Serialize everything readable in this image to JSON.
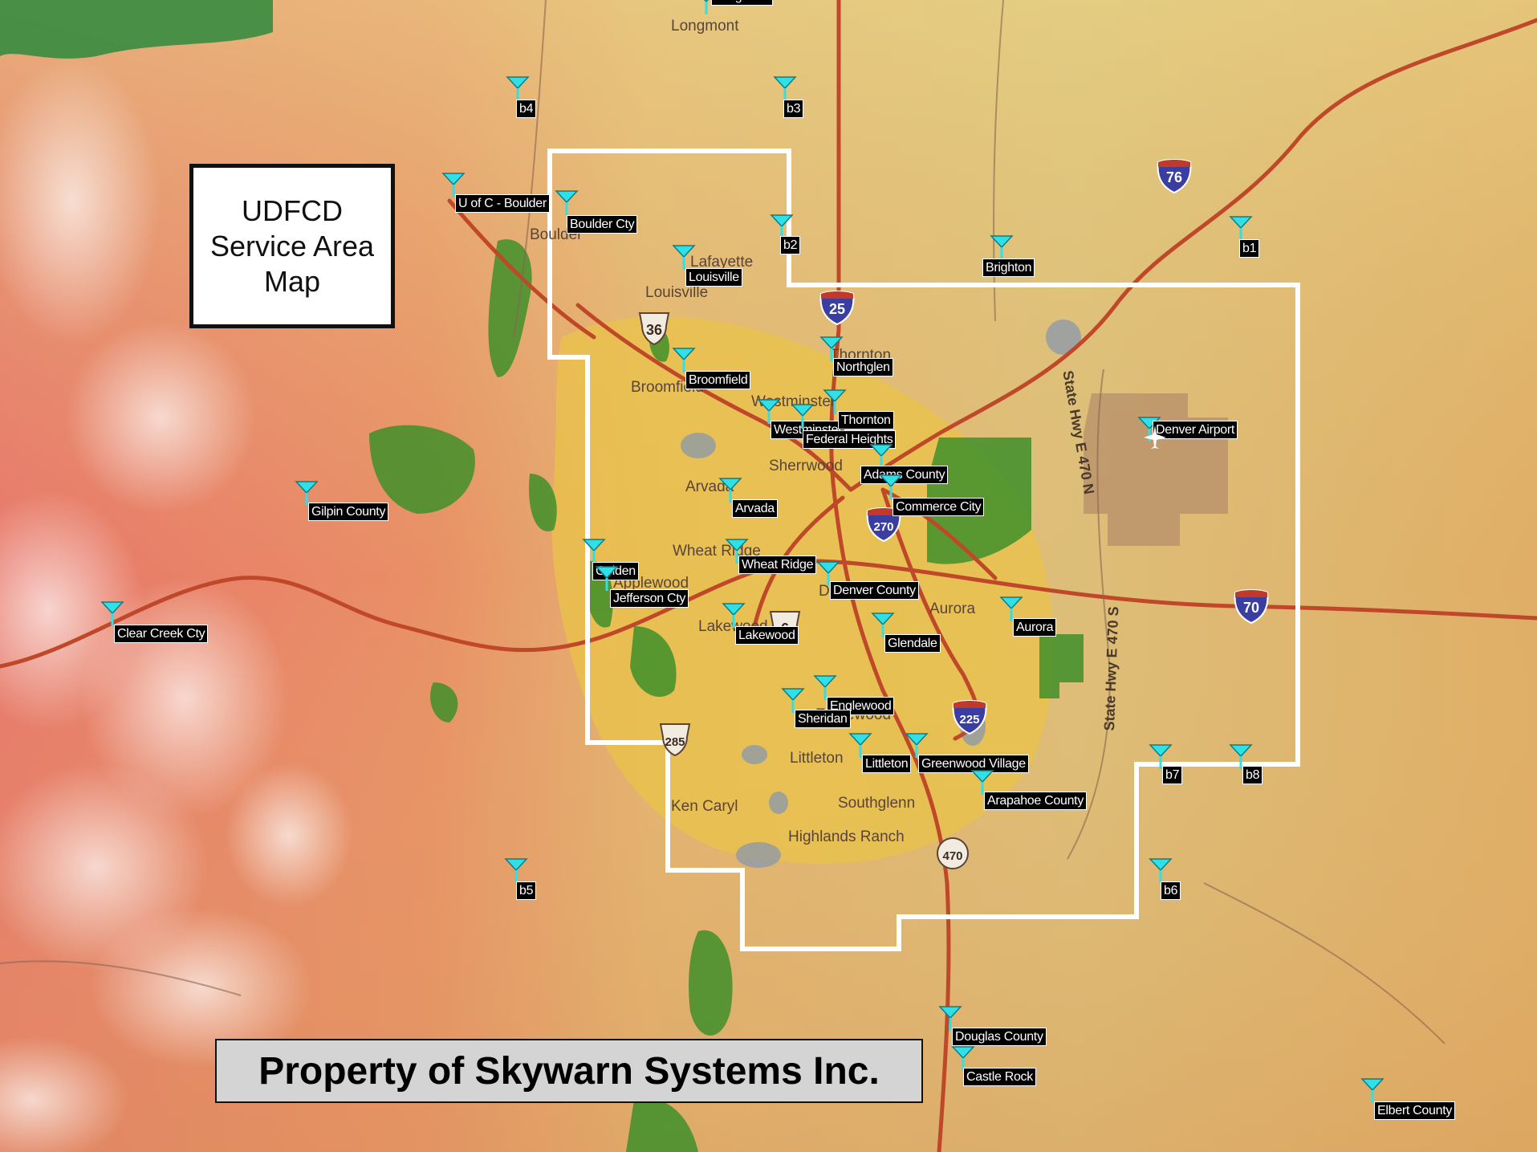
{
  "map": {
    "title_lines": [
      "UDFCD",
      "Service Area",
      "Map"
    ],
    "footer": "Property of Skywarn Systems Inc.",
    "colors": {
      "boundary": "#ffffff",
      "highway": "#c0482a",
      "interstate_shield": "#3a3ea0",
      "station_icon": "#2fe0e6",
      "label_bg": "#000000"
    },
    "stations": [
      {
        "label": "Longmont"
      },
      {
        "label": "b4"
      },
      {
        "label": "b3"
      },
      {
        "label": "U of C - Boulder"
      },
      {
        "label": "Boulder Cty"
      },
      {
        "label": "b2"
      },
      {
        "label": "Brighton"
      },
      {
        "label": "b1"
      },
      {
        "label": "Louisville"
      },
      {
        "label": "Broomfield"
      },
      {
        "label": "Northglen"
      },
      {
        "label": "Westminster"
      },
      {
        "label": "Thornton"
      },
      {
        "label": "Federal Heights"
      },
      {
        "label": "Adams County"
      },
      {
        "label": "Commerce City"
      },
      {
        "label": "Denver Airport"
      },
      {
        "label": "Arvada"
      },
      {
        "label": "Gilpin County"
      },
      {
        "label": "Golden"
      },
      {
        "label": "Wheat Ridge"
      },
      {
        "label": "Denver County"
      },
      {
        "label": "Jefferson Cty"
      },
      {
        "label": "Lakewood"
      },
      {
        "label": "Glendale"
      },
      {
        "label": "Aurora"
      },
      {
        "label": "Clear Creek Cty"
      },
      {
        "label": "Englewood"
      },
      {
        "label": "Sheridan"
      },
      {
        "label": "Littleton"
      },
      {
        "label": "Greenwood Village"
      },
      {
        "label": "Arapahoe County"
      },
      {
        "label": "b7"
      },
      {
        "label": "b8"
      },
      {
        "label": "b5"
      },
      {
        "label": "b6"
      },
      {
        "label": "Douglas County"
      },
      {
        "label": "Castle Rock"
      },
      {
        "label": "Elbert County"
      }
    ],
    "places": [
      {
        "name": "Longmont"
      },
      {
        "name": "Boulder"
      },
      {
        "name": "Lafayette"
      },
      {
        "name": "Louisville"
      },
      {
        "name": "Thornton"
      },
      {
        "name": "Broomfield"
      },
      {
        "name": "Westminster"
      },
      {
        "name": "Sherrwood"
      },
      {
        "name": "Arvada"
      },
      {
        "name": "Wheat Ridge"
      },
      {
        "name": "Applewood"
      },
      {
        "name": "Lakewood"
      },
      {
        "name": "Denver"
      },
      {
        "name": "Aurora"
      },
      {
        "name": "Englewood"
      },
      {
        "name": "Littleton"
      },
      {
        "name": "Ken Caryl"
      },
      {
        "name": "Southglenn"
      },
      {
        "name": "Highlands Ranch"
      }
    ],
    "shields": [
      {
        "number": "76",
        "type": "interstate"
      },
      {
        "number": "25",
        "type": "interstate"
      },
      {
        "number": "270",
        "type": "interstate"
      },
      {
        "number": "70",
        "type": "interstate"
      },
      {
        "number": "225",
        "type": "interstate"
      },
      {
        "number": "36",
        "type": "us"
      },
      {
        "number": "6",
        "type": "us"
      },
      {
        "number": "285",
        "type": "us"
      },
      {
        "number": "470",
        "type": "state"
      }
    ],
    "highway_labels": [
      {
        "text": "State Hwy E 470 N"
      },
      {
        "text": "State Hwy E 470 S"
      }
    ],
    "airport_icon": "airplane-icon"
  }
}
